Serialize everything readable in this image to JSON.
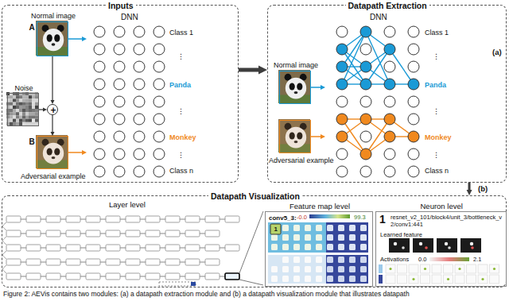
{
  "diagram": {
    "caption": "Figure 2: AEVis contains two modules: (a) a datapath extraction module and (b) a datapath visualization module that illustrates datapath",
    "nodes": [
      {
        "text": [
          "Inputs"
        ]
      },
      {
        "text": [
          "Normal image",
          "A"
        ],
        "in": 0
      },
      {
        "text": [
          "Noise"
        ],
        "in": 0
      },
      {
        "text": [
          "+"
        ],
        "in": 0
      },
      {
        "text": [
          "B",
          "Adversarial example"
        ],
        "in": 0
      },
      {
        "text": [
          "DNN",
          "Class 1",
          "⋮",
          "Panda",
          "⋮",
          "Monkey",
          "⋮",
          "Class n"
        ],
        "in": 0
      },
      {
        "text": [
          "Datapath Extraction",
          "(a)"
        ]
      },
      {
        "text": [
          "Normal image"
        ],
        "in": 6
      },
      {
        "text": [
          "Adversarial example"
        ],
        "in": 6
      },
      {
        "text": [
          "DNN",
          "Class 1",
          "⋮",
          "Panda",
          "⋮",
          "Monkey",
          "⋮",
          "Class n"
        ],
        "in": 6
      },
      {
        "text": [
          "Datapath Visualization",
          "(b)"
        ]
      },
      {
        "text": [
          "Feature map level",
          "conv5_3:",
          "-0.0",
          "99.3"
        ],
        "in": 10
      },
      {
        "text": [
          "Neuron level",
          "1",
          "resnet_v2_101/block4/unit_3/bottleneck_v2/conv1:441",
          "Learned feature",
          "Activations",
          "0.0",
          "2.1"
        ],
        "in": 10
      }
    ],
    "edges": [
      {
        "from": 1,
        "to": 5,
        "arrow": "to"
      },
      {
        "from": 4,
        "to": 5,
        "arrow": "to"
      },
      {
        "from": 1,
        "to": 3,
        "arrow": "to"
      },
      {
        "from": 2,
        "to": 3,
        "arrow": "to"
      },
      {
        "from": 3,
        "to": 4,
        "arrow": "to"
      },
      {
        "from": 0,
        "to": 6,
        "arrow": "to"
      },
      {
        "from": 7,
        "to": 9,
        "arrow": "to"
      },
      {
        "from": 8,
        "to": 9,
        "arrow": "to"
      },
      {
        "from": 6,
        "to": 10,
        "arrow": "to"
      }
    ],
    "labels": [
      "Layer level",
      "1"
    ]
  }
}
